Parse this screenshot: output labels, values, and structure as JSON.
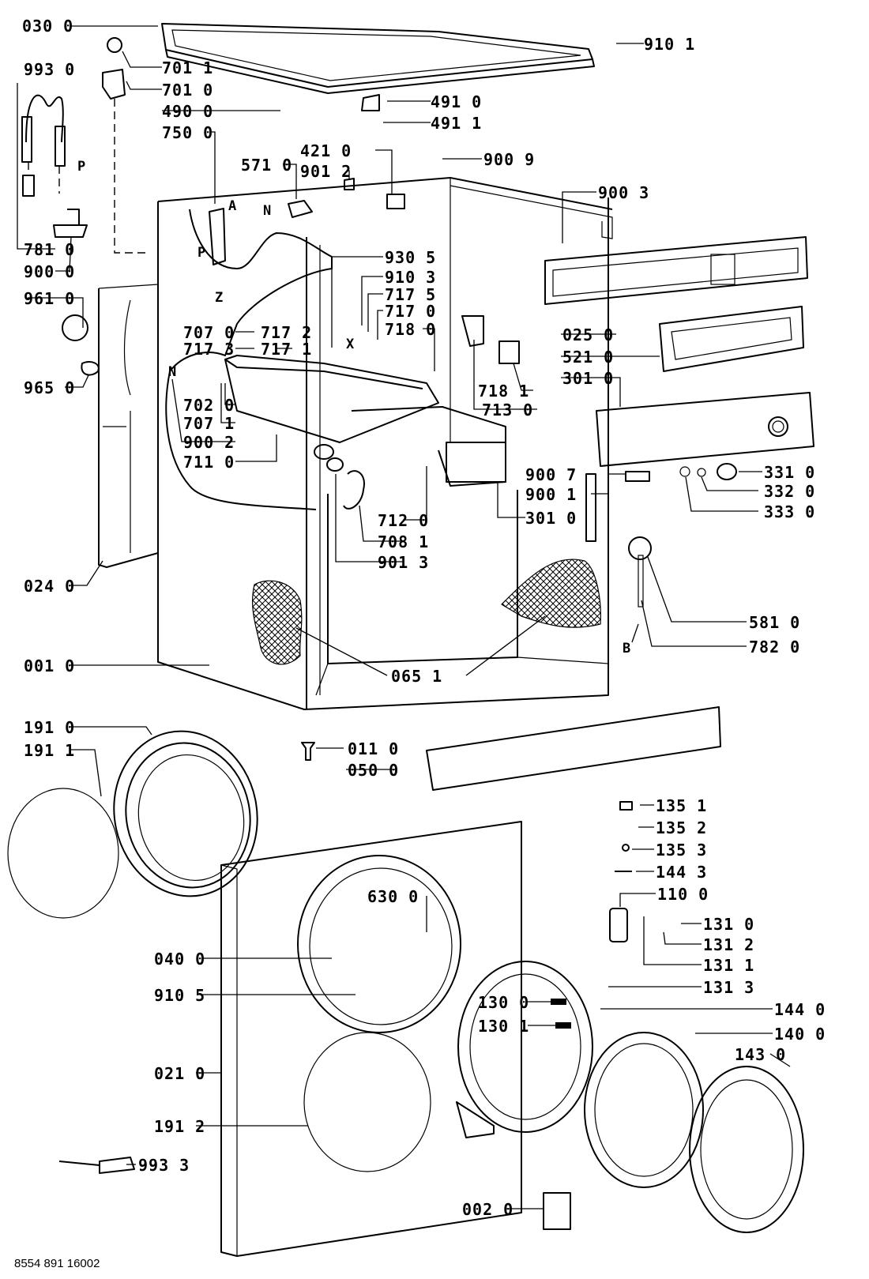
{
  "document_number": "8554 891 16002",
  "callouts": [
    {
      "id": "030-0",
      "text": "030 0"
    },
    {
      "id": "993-0",
      "text": "993 0"
    },
    {
      "id": "701-1",
      "text": "701 1"
    },
    {
      "id": "701-0",
      "text": "701 0"
    },
    {
      "id": "490-0",
      "text": "490 0"
    },
    {
      "id": "750-0",
      "text": "750 0"
    },
    {
      "id": "491-0",
      "text": "491 0"
    },
    {
      "id": "491-1",
      "text": "491 1"
    },
    {
      "id": "910-1",
      "text": "910 1"
    },
    {
      "id": "421-0",
      "text": "421 0"
    },
    {
      "id": "571-0",
      "text": "571 0"
    },
    {
      "id": "901-2",
      "text": "901 2"
    },
    {
      "id": "900-9",
      "text": "900 9"
    },
    {
      "id": "900-3",
      "text": "900 3"
    },
    {
      "id": "781-0",
      "text": "781 0"
    },
    {
      "id": "900-0",
      "text": "900 0"
    },
    {
      "id": "961-0",
      "text": "961 0"
    },
    {
      "id": "965-0",
      "text": "965 0"
    },
    {
      "id": "930-5",
      "text": "930 5"
    },
    {
      "id": "910-3",
      "text": "910 3"
    },
    {
      "id": "717-5",
      "text": "717 5"
    },
    {
      "id": "717-0",
      "text": "717 0"
    },
    {
      "id": "718-0",
      "text": "718 0"
    },
    {
      "id": "707-0",
      "text": "707 0"
    },
    {
      "id": "717-2",
      "text": "717 2"
    },
    {
      "id": "717-3",
      "text": "717 3"
    },
    {
      "id": "717-1",
      "text": "717 1"
    },
    {
      "id": "702-0",
      "text": "702 0"
    },
    {
      "id": "707-1",
      "text": "707 1"
    },
    {
      "id": "900-2",
      "text": "900 2"
    },
    {
      "id": "711-0",
      "text": "711 0"
    },
    {
      "id": "718-1",
      "text": "718 1"
    },
    {
      "id": "713-0",
      "text": "713 0"
    },
    {
      "id": "025-0",
      "text": "025 0"
    },
    {
      "id": "521-0",
      "text": "521 0"
    },
    {
      "id": "301-0a",
      "text": "301 0"
    },
    {
      "id": "900-7",
      "text": "900 7"
    },
    {
      "id": "900-1",
      "text": "900 1"
    },
    {
      "id": "301-0b",
      "text": "301 0"
    },
    {
      "id": "331-0",
      "text": "331 0"
    },
    {
      "id": "332-0",
      "text": "332 0"
    },
    {
      "id": "333-0",
      "text": "333 0"
    },
    {
      "id": "712-0",
      "text": "712 0"
    },
    {
      "id": "708-1",
      "text": "708 1"
    },
    {
      "id": "901-3",
      "text": "901 3"
    },
    {
      "id": "024-0",
      "text": "024 0"
    },
    {
      "id": "581-0",
      "text": "581 0"
    },
    {
      "id": "782-0",
      "text": "782 0"
    },
    {
      "id": "001-0",
      "text": "001 0"
    },
    {
      "id": "065-1",
      "text": "065 1"
    },
    {
      "id": "191-0",
      "text": "191 0"
    },
    {
      "id": "191-1",
      "text": "191 1"
    },
    {
      "id": "011-0",
      "text": "011 0"
    },
    {
      "id": "050-0",
      "text": "050 0"
    },
    {
      "id": "135-1",
      "text": "135 1"
    },
    {
      "id": "135-2",
      "text": "135 2"
    },
    {
      "id": "135-3",
      "text": "135 3"
    },
    {
      "id": "144-3",
      "text": "144 3"
    },
    {
      "id": "110-0",
      "text": "110 0"
    },
    {
      "id": "630-0",
      "text": "630 0"
    },
    {
      "id": "131-0",
      "text": "131 0"
    },
    {
      "id": "131-2",
      "text": "131 2"
    },
    {
      "id": "131-1",
      "text": "131 1"
    },
    {
      "id": "040-0",
      "text": "040 0"
    },
    {
      "id": "131-3",
      "text": "131 3"
    },
    {
      "id": "910-5",
      "text": "910 5"
    },
    {
      "id": "130-0",
      "text": "130 0"
    },
    {
      "id": "144-0",
      "text": "144 0"
    },
    {
      "id": "130-1",
      "text": "130 1"
    },
    {
      "id": "140-0",
      "text": "140 0"
    },
    {
      "id": "021-0",
      "text": "021 0"
    },
    {
      "id": "143-0",
      "text": "143 0"
    },
    {
      "id": "191-2",
      "text": "191 2"
    },
    {
      "id": "993-3",
      "text": "993 3"
    },
    {
      "id": "002-0",
      "text": "002 0"
    }
  ],
  "letters": [
    {
      "id": "P-left",
      "text": "P"
    },
    {
      "id": "A",
      "text": "A"
    },
    {
      "id": "P-mid",
      "text": "P"
    },
    {
      "id": "Z",
      "text": "Z"
    },
    {
      "id": "N-top",
      "text": "N"
    },
    {
      "id": "X",
      "text": "X"
    },
    {
      "id": "N-left",
      "text": "N"
    },
    {
      "id": "B",
      "text": "B"
    }
  ]
}
